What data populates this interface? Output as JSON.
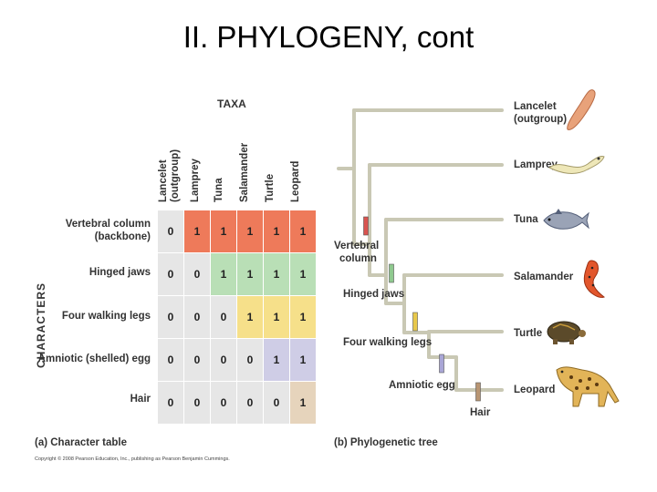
{
  "title": "II. PHYLOGENY, cont",
  "table": {
    "taxa_header": "TAXA",
    "characters_axis": "CHARACTERS",
    "columns": [
      {
        "line1": "Lancelet",
        "line2": "(outgroup)"
      },
      {
        "line1": "Lamprey",
        "line2": ""
      },
      {
        "line1": "Tuna",
        "line2": ""
      },
      {
        "line1": "Salamander",
        "line2": ""
      },
      {
        "line1": "Turtle",
        "line2": ""
      },
      {
        "line1": "Leopard",
        "line2": ""
      }
    ],
    "rows": [
      {
        "line1": "Vertebral column",
        "line2": "(backbone)",
        "values": [
          "0",
          "1",
          "1",
          "1",
          "1",
          "1"
        ],
        "color": "#ee7a5a"
      },
      {
        "line1": "Hinged jaws",
        "line2": "",
        "values": [
          "0",
          "0",
          "1",
          "1",
          "1",
          "1"
        ],
        "color": "#b9dfb6"
      },
      {
        "line1": "Four walking legs",
        "line2": "",
        "values": [
          "0",
          "0",
          "0",
          "1",
          "1",
          "1"
        ],
        "color": "#f6e08a"
      },
      {
        "line1": "Amniotic (shelled) egg",
        "line2": "",
        "values": [
          "0",
          "0",
          "0",
          "0",
          "1",
          "1"
        ],
        "color": "#cfcde6"
      },
      {
        "line1": "Hair",
        "line2": "",
        "values": [
          "0",
          "0",
          "0",
          "0",
          "0",
          "1"
        ],
        "color": "#e6d4bc"
      }
    ],
    "empty_color": "#e6e6e6",
    "caption": "(a) Character table"
  },
  "tree": {
    "branch_color": "#c9c8b4",
    "taxa": [
      {
        "line1": "Lancelet",
        "line2": "(outgroup)"
      },
      {
        "line1": "Lamprey",
        "line2": ""
      },
      {
        "line1": "Tuna",
        "line2": ""
      },
      {
        "line1": "Salamander",
        "line2": ""
      },
      {
        "line1": "Turtle",
        "line2": ""
      },
      {
        "line1": "Leopard",
        "line2": ""
      }
    ],
    "characters": [
      {
        "line1": "Vertebral",
        "line2": "column",
        "color": "#d9534f"
      },
      {
        "line1": "Hinged jaws",
        "line2": "",
        "color": "#8fc98f"
      },
      {
        "line1": "Four walking legs",
        "line2": "",
        "color": "#e8c84a"
      },
      {
        "line1": "Amniotic egg",
        "line2": "",
        "color": "#a9a6d6"
      },
      {
        "line1": "Hair",
        "line2": "",
        "color": "#b89572"
      }
    ],
    "caption": "(b) Phylogenetic tree"
  },
  "copyright": "Copyright © 2008 Pearson Education, Inc., publishing as Pearson Benjamin Cummings."
}
